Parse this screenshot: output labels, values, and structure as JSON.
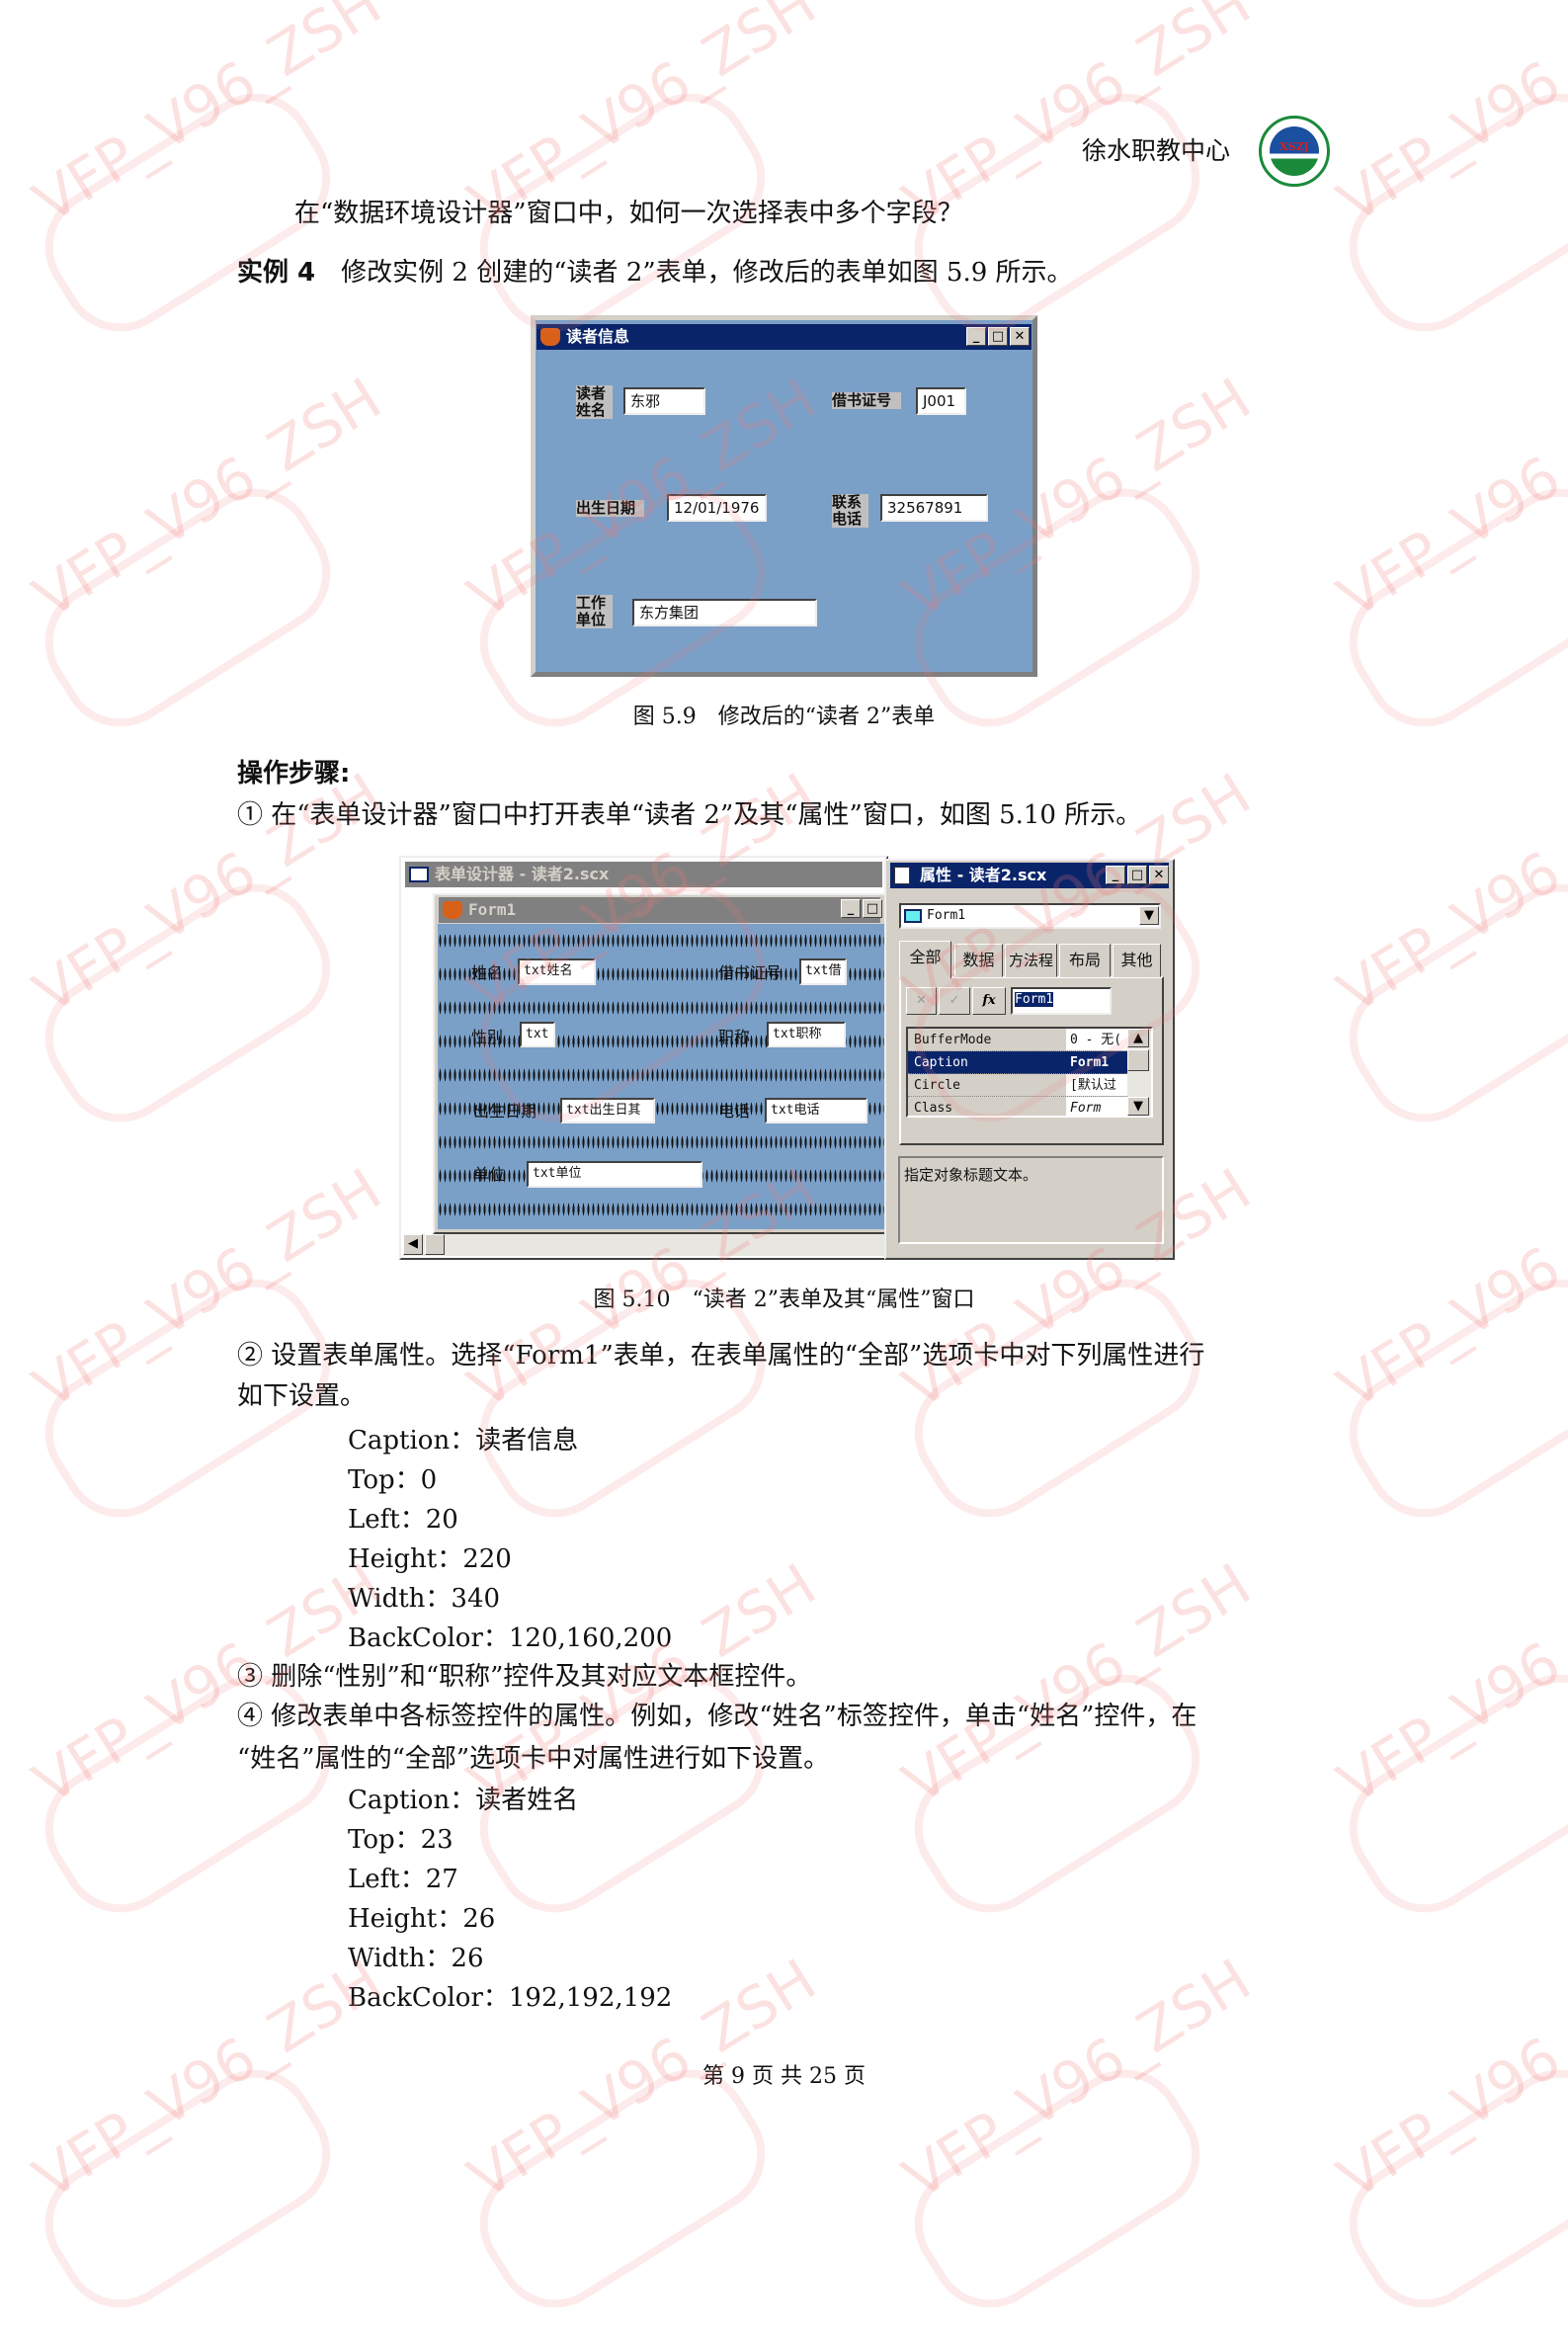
{
  "header": {
    "org": "徐水职教中心",
    "logo_text": "XSZJ 1983"
  },
  "watermark": "VFP_V96_ZSH",
  "intro_question": "在“数据环境设计器”窗口中，如何一次选择表中多个字段？",
  "example": {
    "label": "实例 4",
    "text": "修改实例 2 创建的“读者 2”表单，修改后的表单如图 5.9 所示。"
  },
  "fig59": {
    "title": "读者信息",
    "fields": [
      {
        "label": "读者姓名",
        "value": "东邪"
      },
      {
        "label": "借书证号",
        "value": "J001"
      },
      {
        "label": "出生日期",
        "value": "12/01/1976"
      },
      {
        "label": "联系电话",
        "value": "32567891"
      },
      {
        "label": "工作单位",
        "value": "东方集团"
      }
    ],
    "caption": "图 5.9　修改后的“读者 2”表单"
  },
  "steps_title": "操作步骤:",
  "step1": "① 在“表单设计器”窗口中打开表单“读者 2”及其“属性”窗口，如图 5.10 所示。",
  "fig510": {
    "designer_title": "表单设计器 - 读者2.scx",
    "form_title": "Form1",
    "controls": [
      {
        "label": "姓名",
        "value": "txt姓名"
      },
      {
        "label": "借书证号",
        "value": "txt借"
      },
      {
        "label": "性别",
        "value": "txt"
      },
      {
        "label": "职称",
        "value": "txt职称"
      },
      {
        "label": "出生日期",
        "value": "txt出生日其"
      },
      {
        "label": "电话",
        "value": "txt电话"
      },
      {
        "label": "单位",
        "value": "txt单位"
      }
    ],
    "props_title": "属性 - 读者2.scx",
    "object": "Form1",
    "tabs": [
      "全部",
      "数据",
      "方法程",
      "布局",
      "其他"
    ],
    "edit_value": "Form1",
    "rows": [
      {
        "name": "BufferMode",
        "value": "0 - 无(",
        "selected": false
      },
      {
        "name": "Caption",
        "value": "Form1",
        "selected": true
      },
      {
        "name": "Circle",
        "value": "[默认过",
        "selected": false
      },
      {
        "name": "Class",
        "value": "Form",
        "selected": false
      }
    ],
    "description": "指定对象标题文本。",
    "caption": "图 5.10　“读者 2”表单及其“属性”窗口"
  },
  "step2": {
    "line1": "② 设置表单属性。选择“Form1”表单，在表单属性的“全部”选项卡中对下列属性进行",
    "line2": "如下设置。"
  },
  "form_props": [
    "Caption：读者信息",
    "Top：0",
    "Left：20",
    "Height：220",
    "Width：340",
    "BackColor：120,160,200"
  ],
  "step3": "③ 删除“性别”和“职称”控件及其对应文本框控件。",
  "step4": {
    "line1": "④ 修改表单中各标签控件的属性。例如，修改“姓名”标签控件，单击“姓名”控件，在",
    "line2": "“姓名”属性的“全部”选项卡中对属性进行如下设置。"
  },
  "label_props": [
    "Caption：读者姓名",
    "Top：23",
    "Left：27",
    "Height：26",
    "Width：26",
    "BackColor：192,192,192"
  ],
  "footer": "第 9 页 共 25 页",
  "colors": {
    "form_bg": "#7aa0c8",
    "titlebar": "#0a246a",
    "inactive_titlebar": "#808080"
  }
}
